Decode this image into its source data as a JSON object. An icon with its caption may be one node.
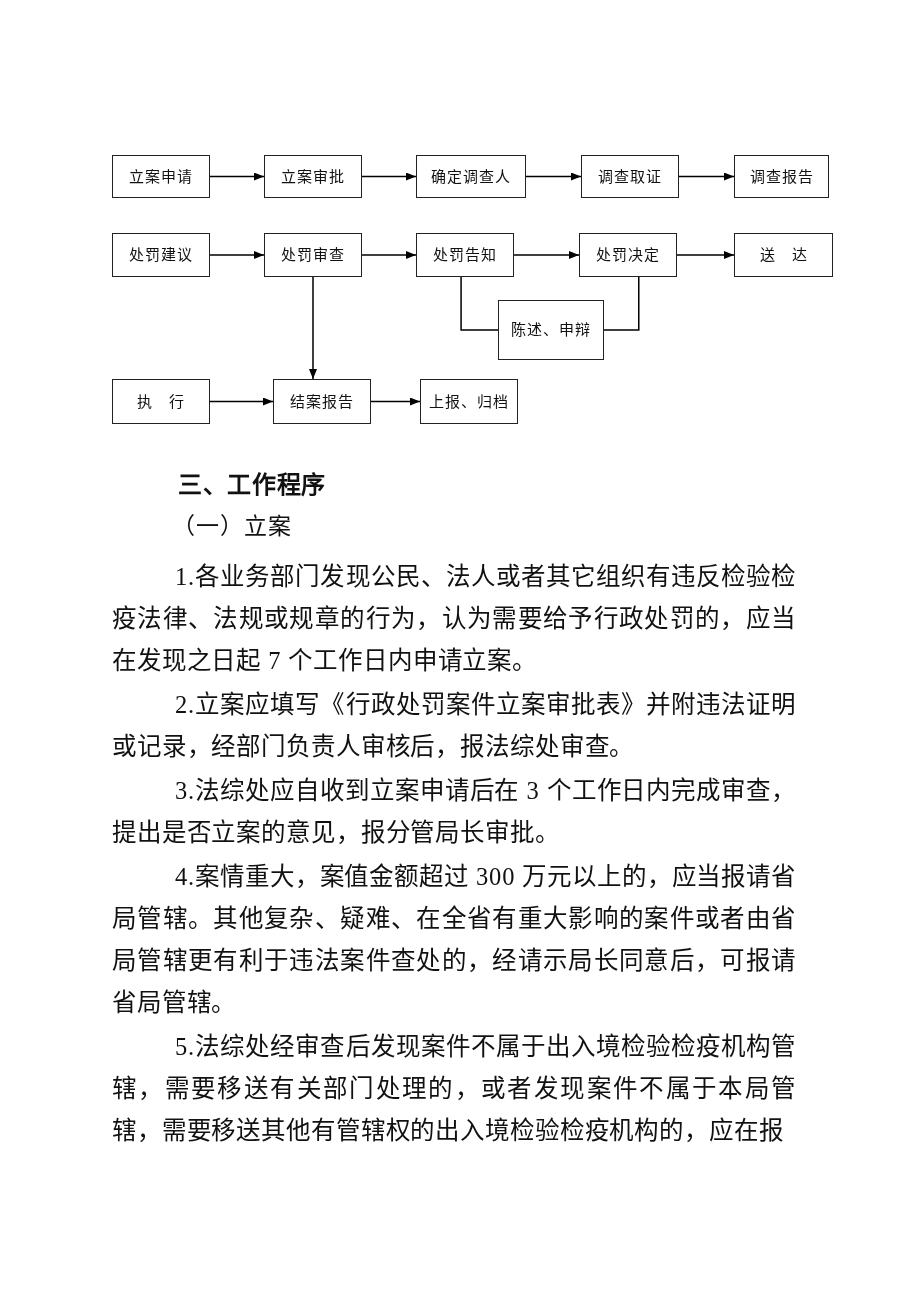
{
  "diagram": {
    "nodes": [
      {
        "text": [
          "立案申请"
        ]
      },
      {
        "text": [
          "立案审批"
        ]
      },
      {
        "text": [
          "确定调查人"
        ]
      },
      {
        "text": [
          "调查取证"
        ]
      },
      {
        "text": [
          "调查报告"
        ]
      },
      {
        "text": [
          "处罚建议"
        ]
      },
      {
        "text": [
          "处罚审查"
        ]
      },
      {
        "text": [
          "处罚告知"
        ]
      },
      {
        "text": [
          "处罚决定"
        ]
      },
      {
        "text": [
          "送　达"
        ]
      },
      {
        "text": [
          "陈述、申辩"
        ]
      },
      {
        "text": [
          "执　行"
        ]
      },
      {
        "text": [
          "结案报告"
        ]
      },
      {
        "text": [
          "上报、归档"
        ]
      }
    ],
    "edges": [
      {
        "from": 0,
        "to": 1,
        "arrow": "to"
      },
      {
        "from": 1,
        "to": 2,
        "arrow": "to"
      },
      {
        "from": 2,
        "to": 3,
        "arrow": "to"
      },
      {
        "from": 3,
        "to": 4,
        "arrow": "to"
      },
      {
        "from": 5,
        "to": 6,
        "arrow": "to"
      },
      {
        "from": 6,
        "to": 7,
        "arrow": "to"
      },
      {
        "from": 7,
        "to": 8,
        "arrow": "to"
      },
      {
        "from": 8,
        "to": 9,
        "arrow": "to"
      },
      {
        "from": 6,
        "to": 12,
        "arrow": "to"
      },
      {
        "from": 7,
        "to": 10,
        "arrow": "none"
      },
      {
        "from": 10,
        "to": 8,
        "arrow": "none"
      },
      {
        "from": 11,
        "to": 12,
        "arrow": "to"
      },
      {
        "from": 12,
        "to": 13,
        "arrow": "to"
      }
    ],
    "labels": [
      "三、工作程序",
      "（一）立案",
      "1.各业务部门发现公民、法人或者其它组织有违反检验检疫法律、法规或规章的行为，认为需要给予行政处罚的，应当在发现之日起 7 个工作日内申请立案。",
      "2.立案应填写《行政处罚案件立案审批表》并附违法证明或记录，经部门负责人审核后，报法综处审查。",
      "3.法综处应自收到立案申请后在 3 个工作日内完成审查，提出是否立案的意见，报分管局长审批。",
      "4.案情重大，案值金额超过 300 万元以上的，应当报请省局管辖。其他复杂、疑难、在全省有重大影响的案件或者由省局管辖更有利于违法案件查处的，经请示局长同意后，可报请省局管辖。",
      "5.法综处经审查后发现案件不属于出入境检验检疫机构管辖，需要移送有关部门处理的，或者发现案件不属于本局管辖，需要移送其他有管辖权的出入境检验检疫机构的，应在报"
    ]
  }
}
